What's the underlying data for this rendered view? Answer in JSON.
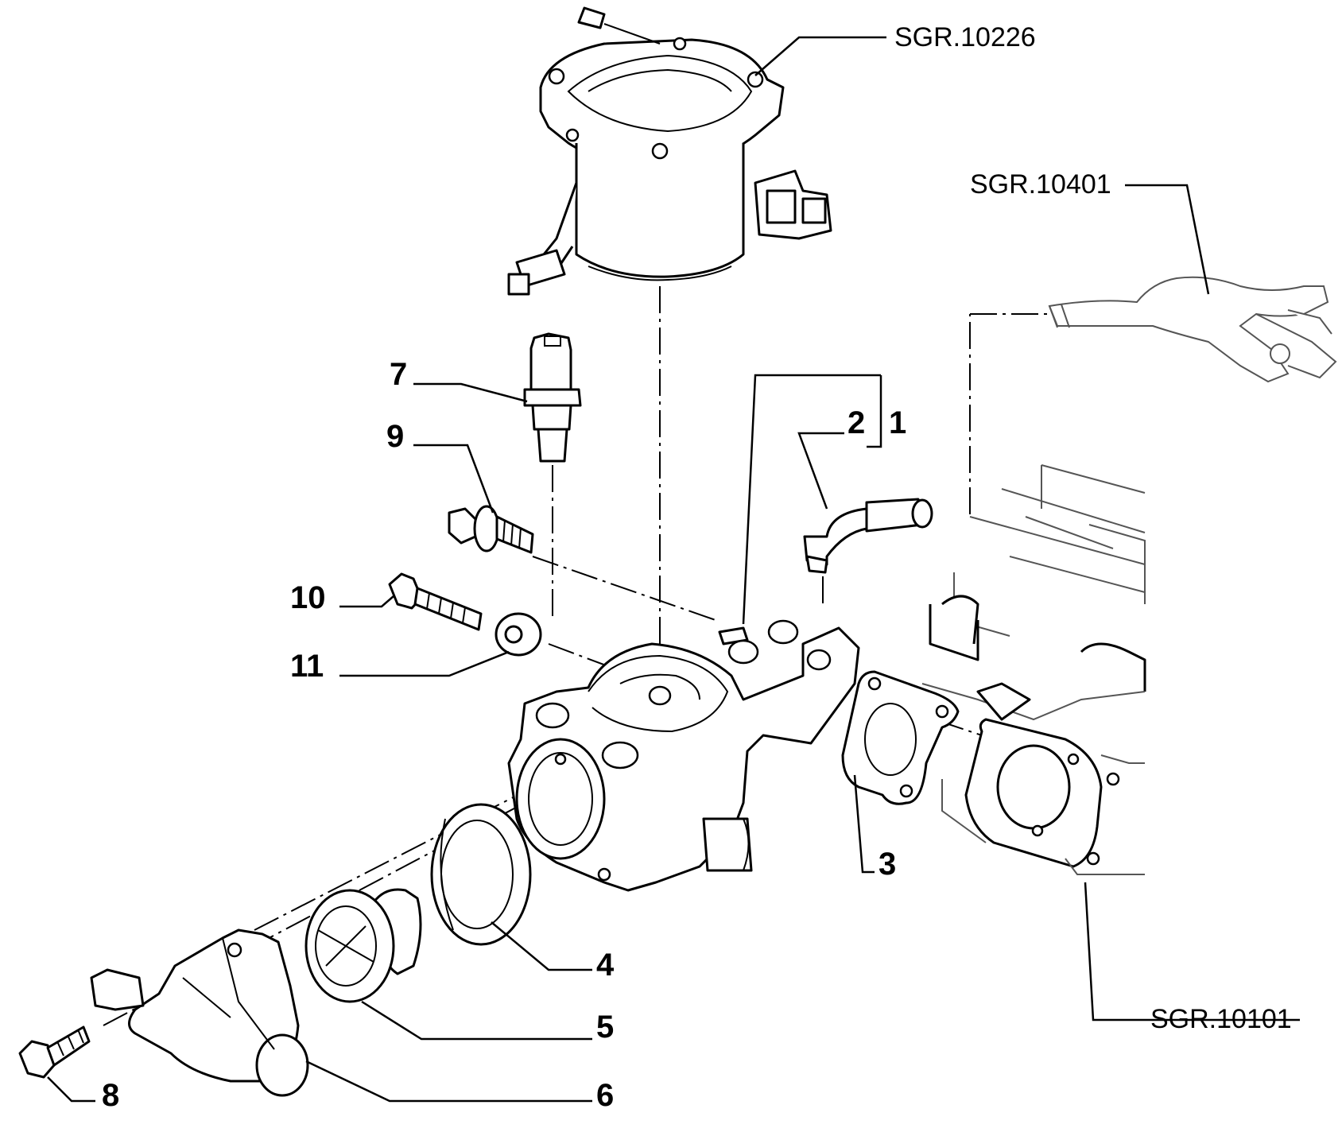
{
  "callouts": {
    "p1": "1",
    "p2": "2",
    "p3": "3",
    "p4": "4",
    "p5": "5",
    "p6": "6",
    "p7": "7",
    "p8": "8",
    "p9": "9",
    "p10": "10",
    "p11": "11"
  },
  "references": {
    "top": "SGR.10226",
    "hose": "SGR.10401",
    "head": "SGR.10101"
  }
}
